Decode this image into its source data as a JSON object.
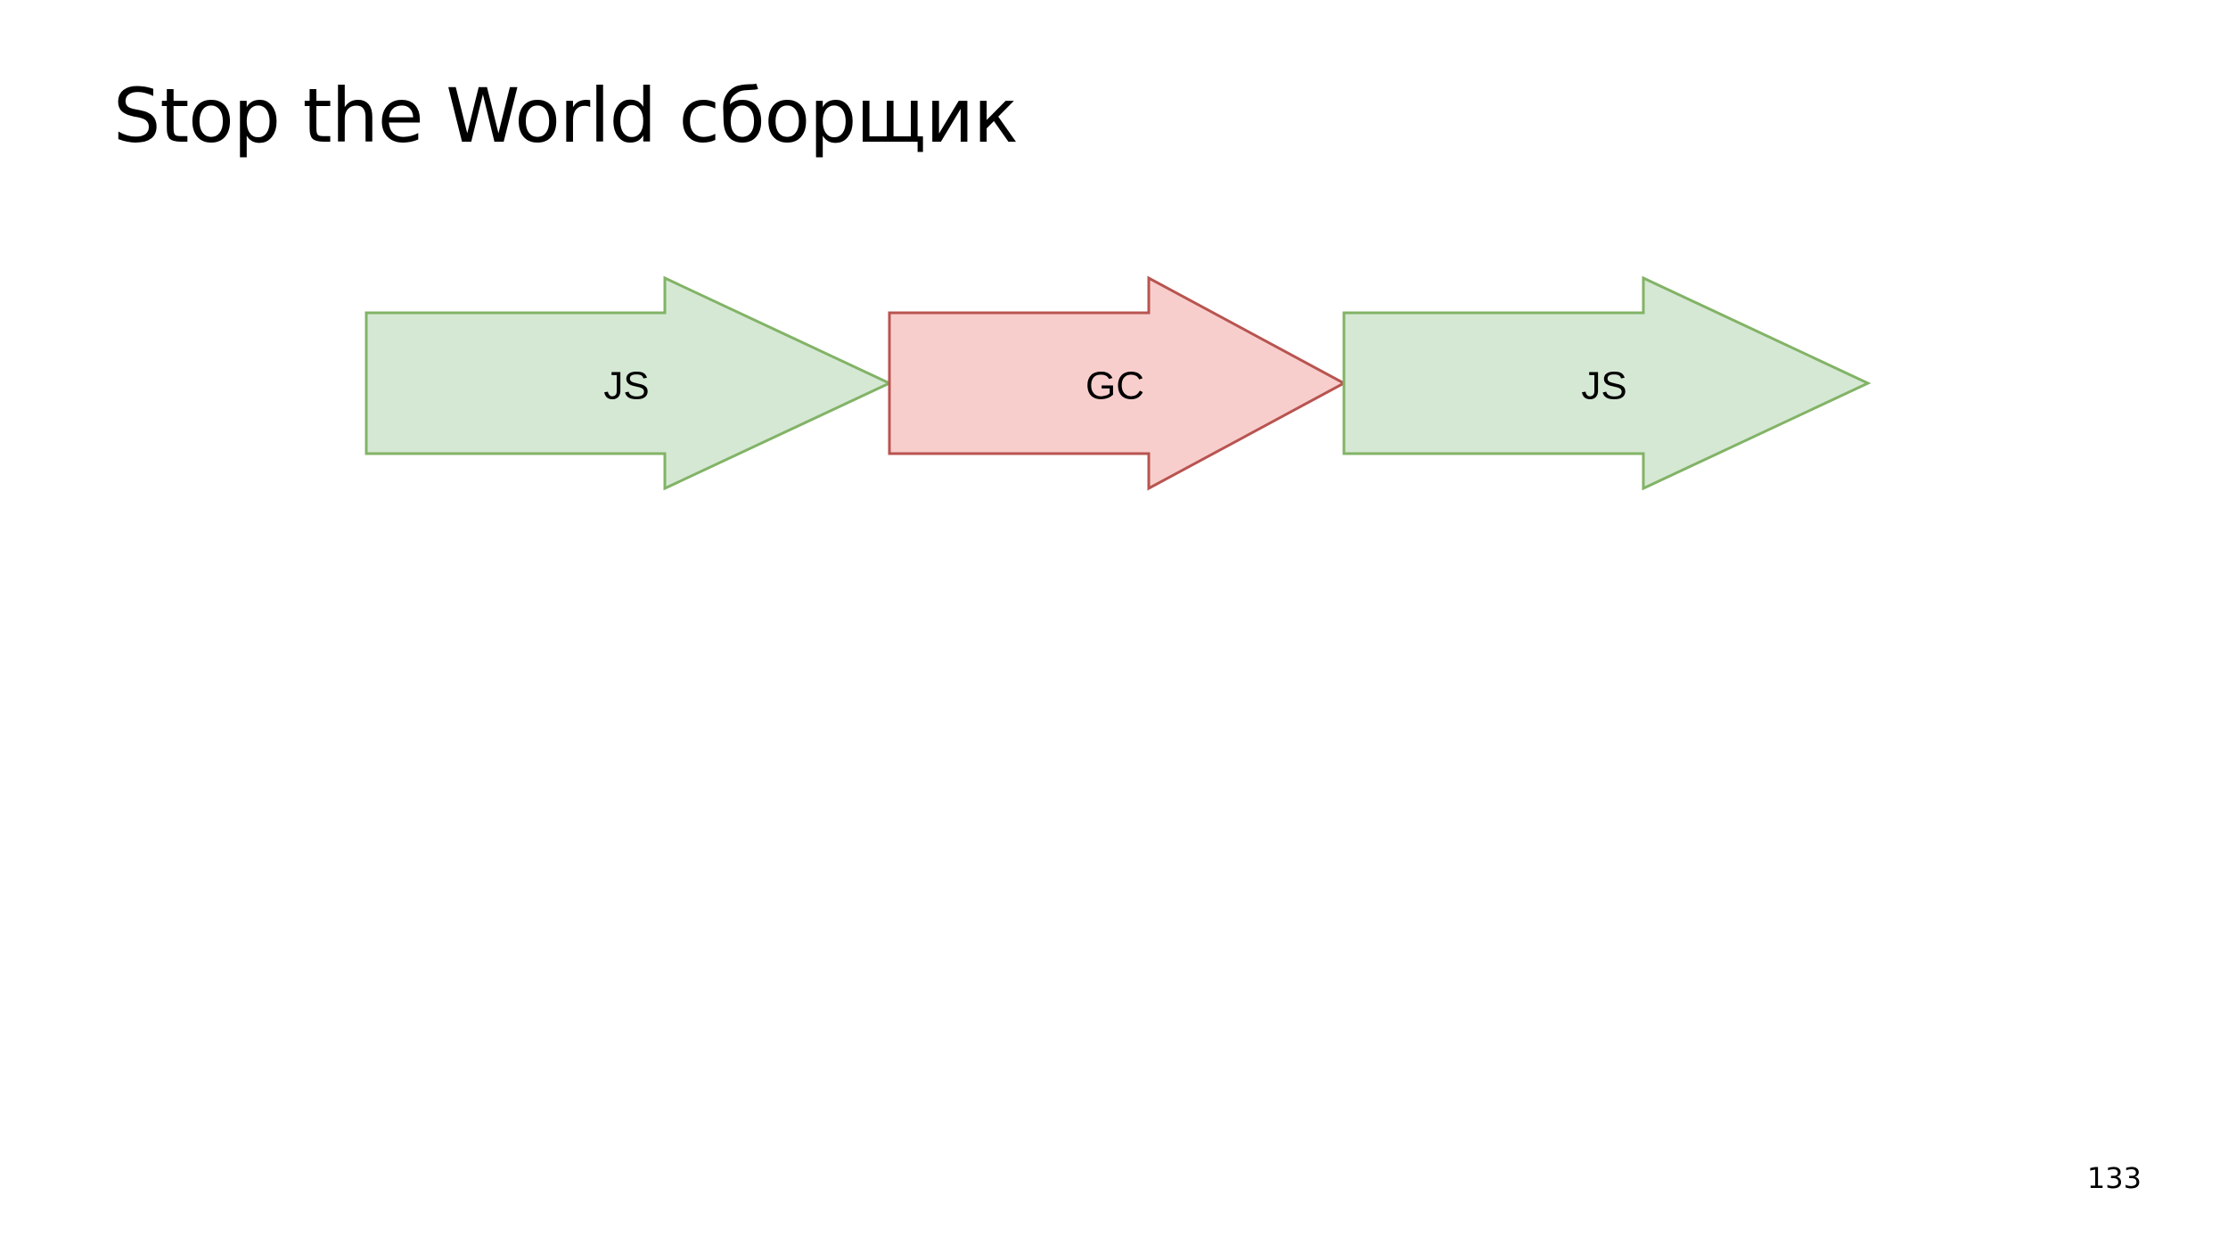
{
  "slide": {
    "title": "Stop the World сборщик",
    "page_number": "133"
  },
  "diagram": {
    "arrows": [
      {
        "label": "JS",
        "fill": "#d5e8d4",
        "stroke": "#82b366"
      },
      {
        "label": "GC",
        "fill": "#f8cecc",
        "stroke": "#b85450"
      },
      {
        "label": "JS",
        "fill": "#d5e8d4",
        "stroke": "#82b366"
      }
    ]
  }
}
